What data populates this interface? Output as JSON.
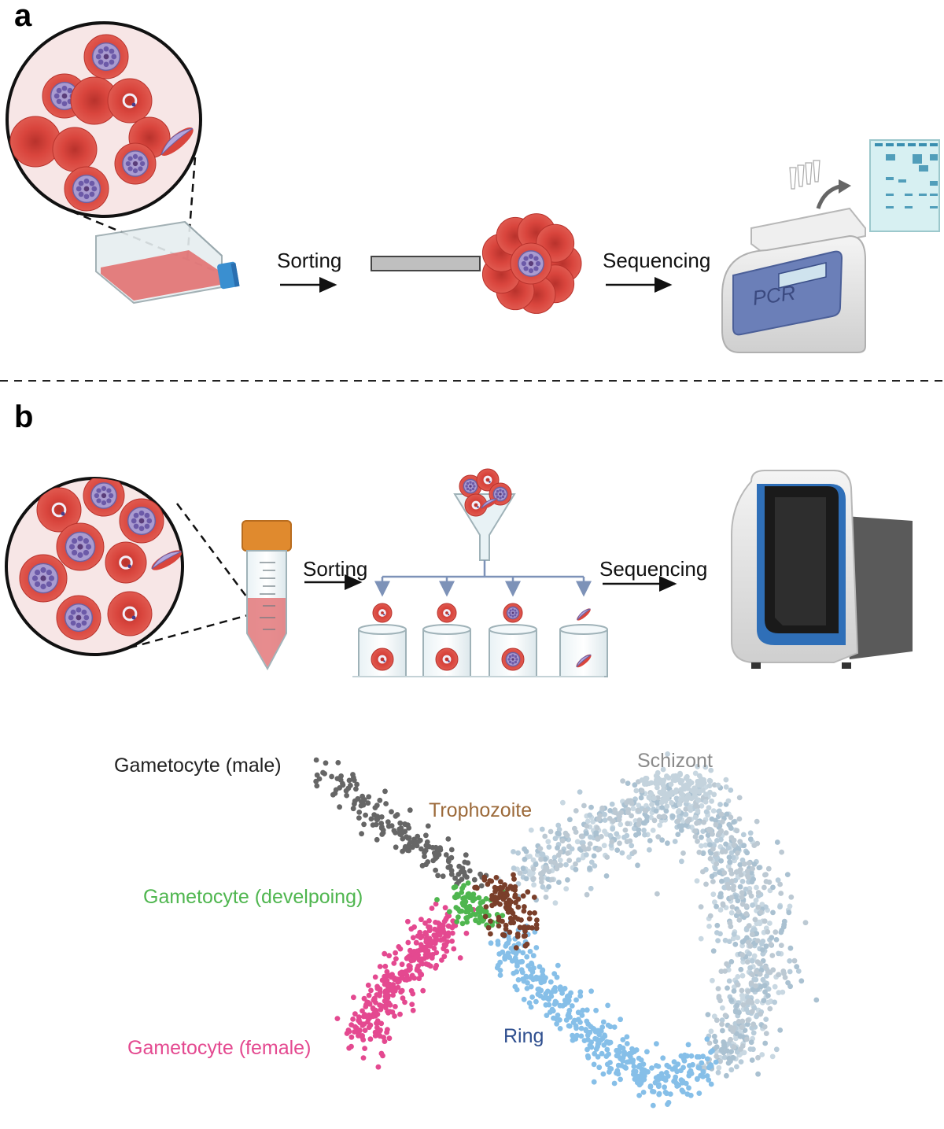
{
  "panel_a": {
    "label": "a",
    "sorting_label": "Sorting",
    "sequencing_label": "Sequencing",
    "machine_text": "PCR"
  },
  "panel_b": {
    "label": "b",
    "sorting_label": "Sorting",
    "sequencing_label": "Sequencing"
  },
  "clusters": [
    {
      "key": "male",
      "label": "Gametocyte (male)",
      "color": "#666666",
      "text_color": "#222222",
      "count": 170
    },
    {
      "key": "developing",
      "label": "Gametocyte (develpoing)",
      "color": "#4fb64f",
      "text_color": "#4fb64f",
      "count": 80
    },
    {
      "key": "trophozoite",
      "label": "Trophozoite",
      "color": "#7a3f2a",
      "text_color": "#9c6a3a",
      "count": 110
    },
    {
      "key": "female",
      "label": "Gametocyte (female)",
      "color": "#e44990",
      "text_color": "#e44990",
      "count": 330
    },
    {
      "key": "ring",
      "label": "Ring",
      "color": "#86bfe8",
      "text_color": "#2f4f8f",
      "count": 400
    },
    {
      "key": "schizont",
      "label": "Schizont",
      "color": "#b9ccd8",
      "text_color": "#8a8a8a",
      "count": 1050
    }
  ],
  "colors": {
    "rbc": "#d9453d",
    "rbc_center": "#c23a33",
    "parasite": "#9a8cc8",
    "cap_orange": "#e08a2e",
    "cap_blue": "#3a8fd0",
    "screen_blue": "#2f6fb8"
  }
}
